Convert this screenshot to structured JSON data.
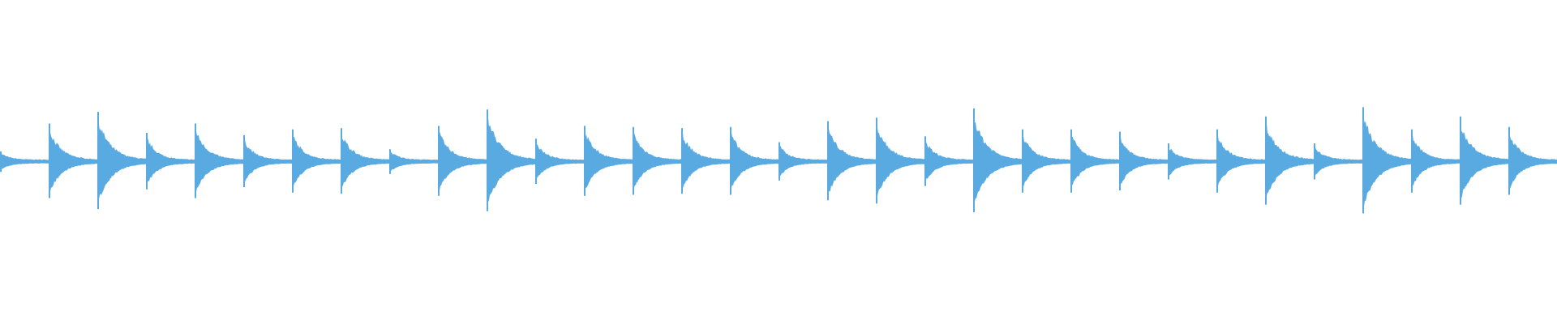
{
  "waveform": {
    "color": "#5aaae2",
    "background": "#ffffff",
    "baseline_amplitude": 0.045,
    "segments": [
      {
        "attack": 0.18,
        "decay": 0.12
      },
      {
        "attack": 0.66,
        "decay": 0.3
      },
      {
        "attack": 0.86,
        "decay": 0.36
      },
      {
        "attack": 0.5,
        "decay": 0.2
      },
      {
        "attack": 0.66,
        "decay": 0.3
      },
      {
        "attack": 0.46,
        "decay": 0.18
      },
      {
        "attack": 0.56,
        "decay": 0.22
      },
      {
        "attack": 0.58,
        "decay": 0.26
      },
      {
        "attack": 0.22,
        "decay": 0.12
      },
      {
        "attack": 0.62,
        "decay": 0.28
      },
      {
        "attack": 0.9,
        "decay": 0.38
      },
      {
        "attack": 0.4,
        "decay": 0.16
      },
      {
        "attack": 0.62,
        "decay": 0.28
      },
      {
        "attack": 0.6,
        "decay": 0.24
      },
      {
        "attack": 0.58,
        "decay": 0.26
      },
      {
        "attack": 0.6,
        "decay": 0.26
      },
      {
        "attack": 0.34,
        "decay": 0.14
      },
      {
        "attack": 0.7,
        "decay": 0.3
      },
      {
        "attack": 0.76,
        "decay": 0.32
      },
      {
        "attack": 0.44,
        "decay": 0.18
      },
      {
        "attack": 0.92,
        "decay": 0.36
      },
      {
        "attack": 0.56,
        "decay": 0.22
      },
      {
        "attack": 0.56,
        "decay": 0.22
      },
      {
        "attack": 0.52,
        "decay": 0.22
      },
      {
        "attack": 0.32,
        "decay": 0.14
      },
      {
        "attack": 0.56,
        "decay": 0.22
      },
      {
        "attack": 0.78,
        "decay": 0.34
      },
      {
        "attack": 0.32,
        "decay": 0.14
      },
      {
        "attack": 0.94,
        "decay": 0.38
      },
      {
        "attack": 0.56,
        "decay": 0.22
      },
      {
        "attack": 0.78,
        "decay": 0.34
      },
      {
        "attack": 0.6,
        "decay": 0.24
      }
    ]
  }
}
